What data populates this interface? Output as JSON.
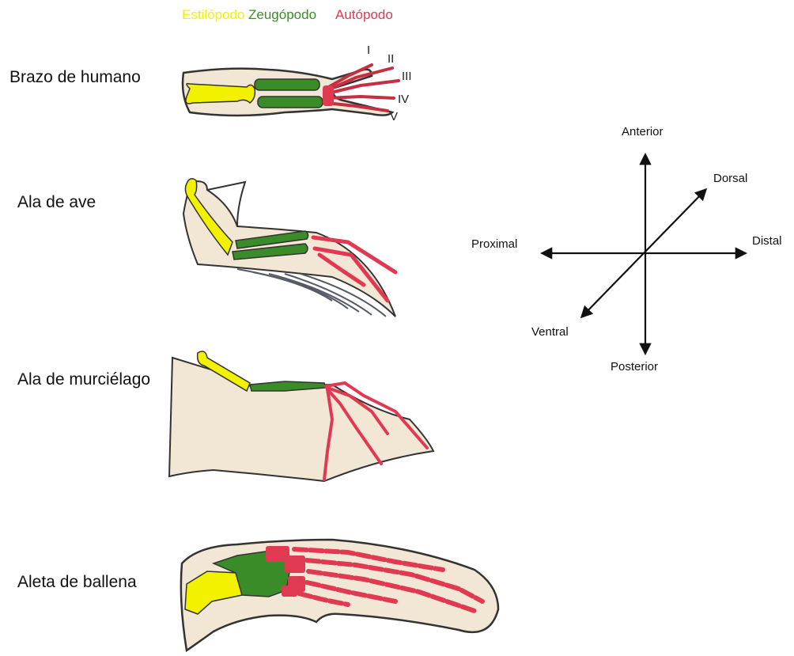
{
  "legend": {
    "stylopod": {
      "label": "Estilópodo",
      "color": "#f2f200"
    },
    "zeugopod": {
      "label": "Zeugópodo",
      "color": "#3a8c28"
    },
    "autopod": {
      "label": "Autópodo",
      "color": "#e03a52"
    }
  },
  "limbs": {
    "human": {
      "label": "Brazo de humano",
      "digits": [
        "I",
        "II",
        "III",
        "IV",
        "V"
      ]
    },
    "bird": {
      "label": "Ala de ave"
    },
    "bat": {
      "label": "Ala de murciélago"
    },
    "whale": {
      "label": "Aleta de ballena"
    }
  },
  "axes": {
    "anterior": "Anterior",
    "posterior": "Posterior",
    "proximal": "Proximal",
    "distal": "Distal",
    "dorsal": "Dorsal",
    "ventral": "Ventral"
  },
  "colors": {
    "skin": "#f2e6d4",
    "outline": "#333333",
    "feather": "#555a66"
  }
}
